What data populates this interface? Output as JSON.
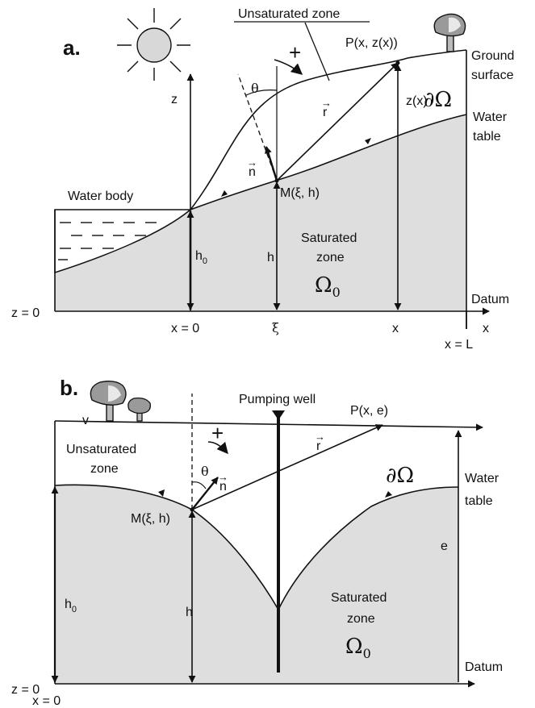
{
  "panel_a": {
    "letter": "a.",
    "unsaturated_zone": "Unsaturated zone",
    "ground_surface_line1": "Ground",
    "ground_surface_line2": "surface",
    "water_table_line1": "Water",
    "water_table_line2": "table",
    "water_body": "Water body",
    "saturated_line1": "Saturated",
    "saturated_line2": "zone",
    "omega_main": "Ω",
    "omega_sub": "0",
    "boundary": "∂Ω",
    "point_P": "P(x, z(x))",
    "point_M": "M(ξ, h)",
    "z_axis": "z",
    "z_of_x": "z(x)",
    "theta": "θ",
    "plus": "+",
    "vec_r": "r",
    "vec_n": "n",
    "h0_main": "h",
    "h0_sub": "0",
    "h": "h",
    "datum": "Datum",
    "z_zero": "z = 0",
    "x_zero": "x = 0",
    "xi": "ξ",
    "x": "x",
    "x_axis": "x",
    "x_L": "x = L"
  },
  "panel_b": {
    "letter": "b.",
    "pumping_well": "Pumping well",
    "point_P": "P(x, e)",
    "unsaturated_line1": "Unsaturated",
    "unsaturated_line2": "zone",
    "water_table_line1": "Water",
    "water_table_line2": "table",
    "boundary": "∂Ω",
    "point_M": "M(ξ, h)",
    "theta": "θ",
    "plus": "+",
    "vec_r": "r",
    "vec_n": "n",
    "e": "e",
    "h0_main": "h",
    "h0_sub": "0",
    "h": "h",
    "saturated_line1": "Saturated",
    "saturated_line2": "zone",
    "omega_main": "Ω",
    "omega_sub": "0",
    "datum": "Datum",
    "z_zero": "z = 0",
    "x_zero": "x = 0",
    "v_mark": "v"
  },
  "colors": {
    "saturated_fill": "#dedede",
    "line": "#111111",
    "background": "#ffffff"
  },
  "icons": [
    "sun-icon",
    "tree-icon"
  ]
}
